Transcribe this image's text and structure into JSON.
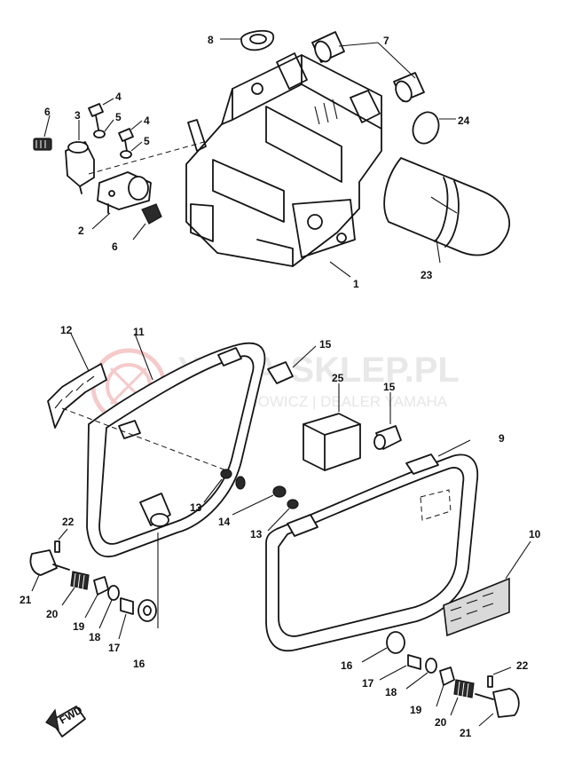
{
  "watermark": {
    "brand": "YAMA-SKLEP.PL",
    "subtitle": "WOJCIECHOWICZ | DEALER YAMAHA",
    "logo_color": "#f2b9b9"
  },
  "callouts": {
    "c1": "1",
    "c2": "2",
    "c3": "3",
    "c4a": "4",
    "c4b": "4",
    "c5a": "5",
    "c5b": "5",
    "c6a": "6",
    "c6b": "6",
    "c7": "7",
    "c8": "8",
    "c9": "9",
    "c10": "10",
    "c11": "11",
    "c12": "12",
    "c13a": "13",
    "c13b": "13",
    "c14": "14",
    "c15a": "15",
    "c15b": "15",
    "c16a": "16",
    "c16b": "16",
    "c17a": "17",
    "c17b": "17",
    "c18a": "18",
    "c18b": "18",
    "c19a": "19",
    "c19b": "19",
    "c20a": "20",
    "c20b": "20",
    "c21a": "21",
    "c21b": "21",
    "c22a": "22",
    "c22b": "22",
    "c23": "23",
    "c24": "24",
    "c25": "25"
  },
  "front_marker": "FWD"
}
